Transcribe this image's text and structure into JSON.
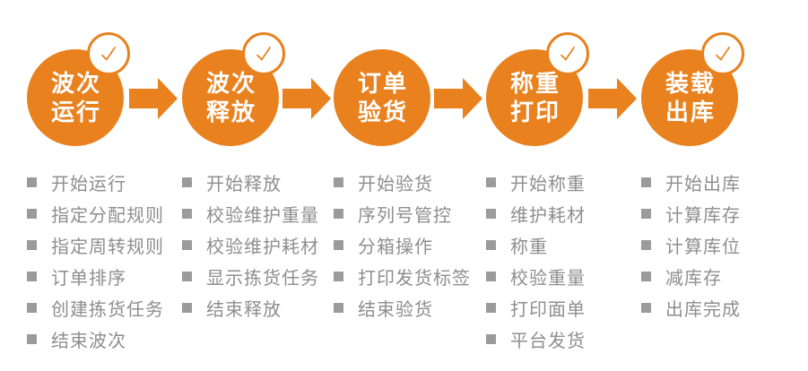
{
  "colors": {
    "accent": "#E8811E",
    "circle_text": "#FFFFFF",
    "list_text": "#8E8E8E",
    "bullet": "#9B9B9B",
    "badge_background": "#FFFFFF"
  },
  "icons": {
    "badge": "checkmark-icon",
    "bullet": "square-bullet-icon",
    "connector": "block-arrow-right-icon"
  },
  "stages": [
    {
      "title": "波次运行",
      "title_line1": "波次",
      "title_line2": "运行",
      "has_badge": true,
      "items": [
        "开始运行",
        "指定分配规则",
        "指定周转规则",
        "订单排序",
        "创建拣货任务",
        "结束波次"
      ]
    },
    {
      "title": "波次释放",
      "title_line1": "波次",
      "title_line2": "释放",
      "has_badge": true,
      "items": [
        "开始释放",
        "校验维护重量",
        "校验维护耗材",
        "显示拣货任务",
        "结束释放"
      ]
    },
    {
      "title": "订单验货",
      "title_line1": "订单",
      "title_line2": "验货",
      "has_badge": false,
      "items": [
        "开始验货",
        "序列号管控",
        "分箱操作",
        "打印发货标签",
        "结束验货"
      ]
    },
    {
      "title": "称重打印",
      "title_line1": "称重",
      "title_line2": "打印",
      "has_badge": true,
      "items": [
        "开始称重",
        "维护耗材",
        "称重",
        "校验重量",
        "打印面单",
        "平台发货"
      ]
    },
    {
      "title": "装载出库",
      "title_line1": "装载",
      "title_line2": "出库",
      "has_badge": true,
      "items": [
        "开始出库",
        "计算库存",
        "计算库位",
        "减库存",
        "出库完成"
      ]
    }
  ]
}
